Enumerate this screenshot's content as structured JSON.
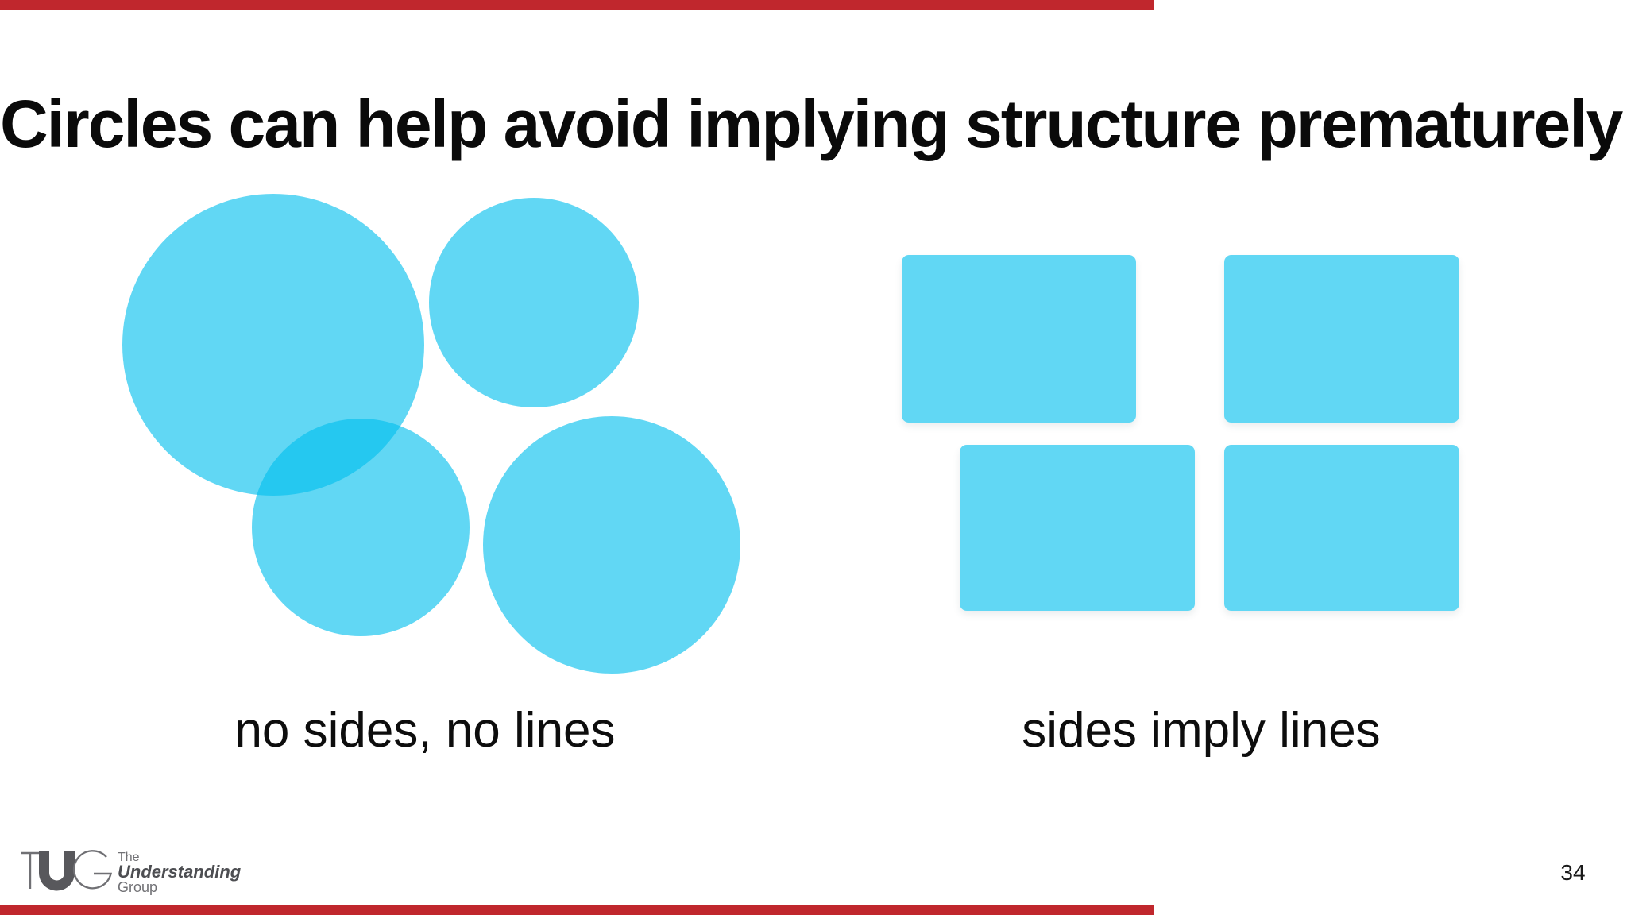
{
  "slide": {
    "title": "Circles can help avoid implying structure prematurely ...",
    "left_figure": {
      "shape_type": "circles",
      "shape_count": 4,
      "caption": "no sides, no lines"
    },
    "right_figure": {
      "shape_type": "rectangles",
      "shape_count": 4,
      "caption": "sides imply lines"
    },
    "page_number": "34",
    "colors": {
      "shape_fill": "rgba(0,190,237,0.62)",
      "shape_fill_rendered": "#61d7f4",
      "circle_overlap_rendered": "#25c7f0",
      "accent_red_bar": "#c0272d",
      "title_text": "#0a0a0a",
      "logo_gray_dark": "#4d4e52",
      "logo_gray": "#717175"
    }
  },
  "logo": {
    "mark": "TUG",
    "line1": "The",
    "line2": "Understanding",
    "line3": "Group"
  }
}
